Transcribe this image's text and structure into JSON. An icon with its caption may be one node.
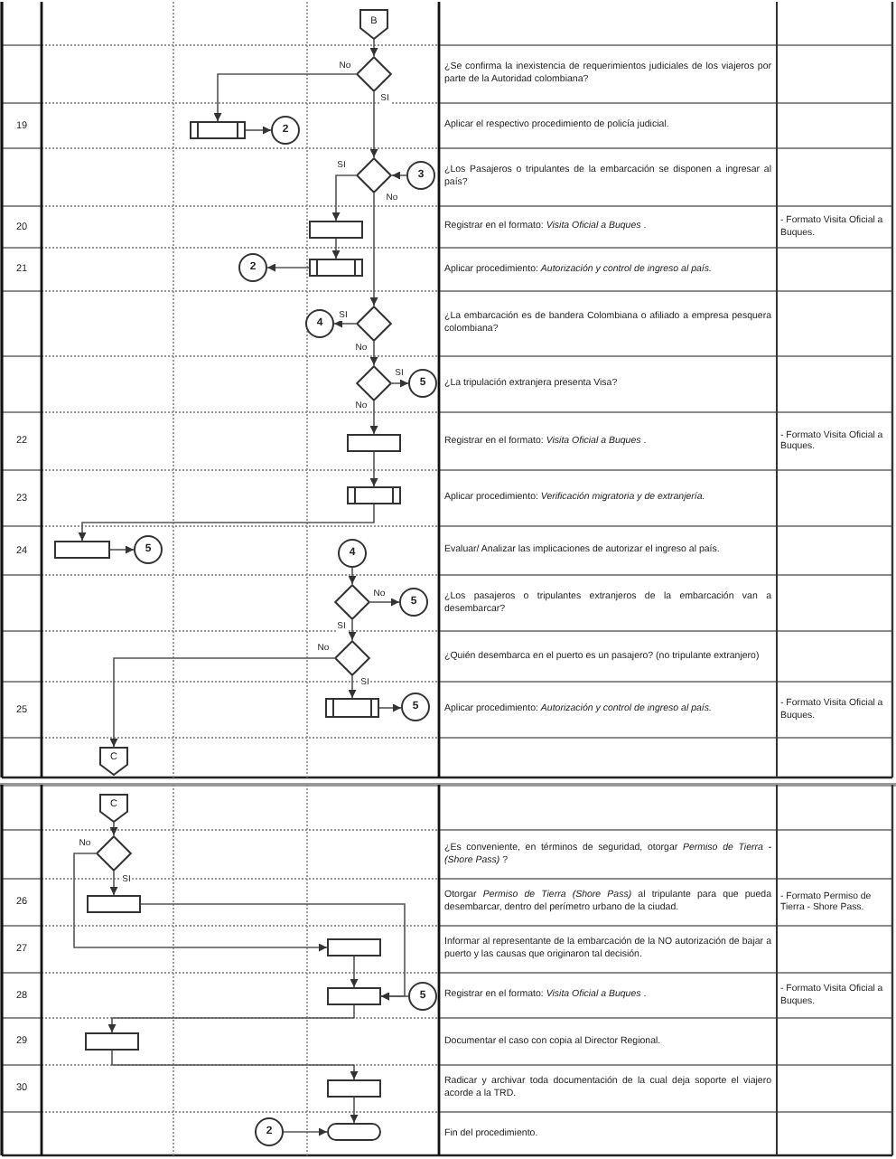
{
  "diagram": {
    "nodes": [
      {
        "text": [
          "B"
        ]
      },
      {
        "text": [],
        "shape": "diamond"
      },
      {
        "text": [],
        "shape": "box"
      },
      {
        "text": [
          "2"
        ]
      },
      {
        "text": [],
        "shape": "diamond"
      },
      {
        "text": [
          "3"
        ]
      },
      {
        "text": [],
        "shape": "box"
      },
      {
        "text": [
          "2"
        ]
      },
      {
        "text": [],
        "shape": "box"
      },
      {
        "text": [
          "4"
        ]
      },
      {
        "text": [],
        "shape": "diamond"
      },
      {
        "text": [],
        "shape": "diamond"
      },
      {
        "text": [
          "5"
        ]
      },
      {
        "text": [],
        "shape": "box"
      },
      {
        "text": [],
        "shape": "box"
      },
      {
        "text": [],
        "shape": "box"
      },
      {
        "text": [
          "5"
        ]
      },
      {
        "text": [
          "4"
        ]
      },
      {
        "text": [],
        "shape": "diamond"
      },
      {
        "text": [
          "5"
        ]
      },
      {
        "text": [],
        "shape": "diamond"
      },
      {
        "text": [],
        "shape": "box"
      },
      {
        "text": [
          "5"
        ]
      },
      {
        "text": [
          "C"
        ]
      },
      {
        "text": [
          "C"
        ]
      },
      {
        "text": [],
        "shape": "diamond"
      },
      {
        "text": [],
        "shape": "box"
      },
      {
        "text": [],
        "shape": "box"
      },
      {
        "text": [],
        "shape": "box"
      },
      {
        "text": [
          "5"
        ]
      },
      {
        "text": [],
        "shape": "box"
      },
      {
        "text": [],
        "shape": "box"
      },
      {
        "text": [
          "2"
        ]
      },
      {
        "text": [],
        "shape": "capsule"
      }
    ],
    "edges": [
      {
        "from": 0,
        "to": 1,
        "arrow": "to"
      },
      {
        "from": 1,
        "to": 2,
        "arrow": "to",
        "label": "No"
      },
      {
        "from": 2,
        "to": 3,
        "arrow": "to"
      },
      {
        "from": 1,
        "to": 4,
        "arrow": "to",
        "label": "SI"
      },
      {
        "from": 5,
        "to": 4,
        "arrow": "to"
      },
      {
        "from": 4,
        "to": 6,
        "arrow": "to",
        "label": "SI"
      },
      {
        "from": 6,
        "to": 8,
        "arrow": "to"
      },
      {
        "from": 8,
        "to": 7,
        "arrow": "to"
      },
      {
        "from": 4,
        "to": 10,
        "arrow": "to",
        "label": "No"
      },
      {
        "from": 10,
        "to": 9,
        "arrow": "to",
        "label": "SI"
      },
      {
        "from": 10,
        "to": 11,
        "arrow": "to",
        "label": "No"
      },
      {
        "from": 11,
        "to": 12,
        "arrow": "to",
        "label": "SI"
      },
      {
        "from": 11,
        "to": 13,
        "arrow": "to",
        "label": "No"
      },
      {
        "from": 13,
        "to": 14,
        "arrow": "to"
      },
      {
        "from": 14,
        "to": 15,
        "arrow": "to"
      },
      {
        "from": 15,
        "to": 16,
        "arrow": "to"
      },
      {
        "from": 17,
        "to": 18,
        "arrow": "to"
      },
      {
        "from": 18,
        "to": 19,
        "arrow": "to",
        "label": "No"
      },
      {
        "from": 18,
        "to": 20,
        "arrow": "to",
        "label": "SI"
      },
      {
        "from": 20,
        "to": 23,
        "arrow": "to",
        "label": "No"
      },
      {
        "from": 20,
        "to": 21,
        "arrow": "to",
        "label": "SI"
      },
      {
        "from": 21,
        "to": 22,
        "arrow": "to"
      },
      {
        "from": 24,
        "to": 25,
        "arrow": "to"
      },
      {
        "from": 25,
        "to": 27,
        "arrow": "to",
        "label": "No"
      },
      {
        "from": 25,
        "to": 26,
        "arrow": "to",
        "label": "SI"
      },
      {
        "from": 26,
        "to": 28,
        "arrow": "to"
      },
      {
        "from": 27,
        "to": 28,
        "arrow": "to"
      },
      {
        "from": 29,
        "to": 28,
        "arrow": "to"
      },
      {
        "from": 28,
        "to": 30,
        "arrow": "to"
      },
      {
        "from": 30,
        "to": 31,
        "arrow": "to"
      },
      {
        "from": 31,
        "to": 33,
        "arrow": "to"
      },
      {
        "from": 32,
        "to": 33,
        "arrow": "to"
      }
    ],
    "labels": [
      "¿Se confirma la inexistencia de requerimientos judiciales de los viajeros por parte de la Autoridad colombiana?",
      "19",
      "Aplicar el respectivo procedimiento de policía judicial.",
      "¿Los Pasajeros o tripulantes de la embarcación se disponen a ingresar al país?",
      "20",
      "Registrar en el formato: *Visita Oficial a Buques* .",
      "- Formato Visita Oficial a Buques.",
      "21",
      "Aplicar procedimiento: *Autorización y control de ingreso al país.*",
      "¿La embarcación es de bandera Colombiana o afiliado a empresa pesquera colombiana?",
      "¿La tripulación extranjera presenta Visa?",
      "22",
      "Registrar en el formato: *Visita Oficial a Buques* .",
      "- Formato Visita Oficial a Buques.",
      "23",
      "Aplicar procedimiento: *Verificación migratoria y de extranjería.*",
      "24",
      "Evaluar/ Analizar las implicaciones de autorizar el ingreso al país.",
      "¿Los pasajeros o tripulantes extranjeros de la embarcación van a desembarcar?",
      "¿Quién desembarca en el puerto es un pasajero? (no tripulante extranjero)",
      "25",
      "Aplicar procedimiento: *Autorización y control de ingreso al país.*",
      "- Formato Visita Oficial a Buques.",
      "¿Es conveniente, en términos de seguridad, otorgar *Permiso de Tierra - (Shore Pass)* ?",
      "26",
      "Otorgar *Permiso de Tierra (Shore Pass)* al tripulante para que pueda desembarcar, dentro del perímetro urbano de la ciudad.",
      "- Formato Permiso de Tierra - Shore Pass.",
      "27",
      "Informar al representante de la embarcación de la NO autorización de bajar a puerto y las causas que originaron tal decisión.",
      "28",
      "Registrar en el formato: *Visita Oficial a Buques* .",
      "- Formato Visita Oficial a Buques.",
      "29",
      "Documentar el caso con copia al Director Regional.",
      "30",
      "Radicar y archivar toda documentación de la cual deja soporte el viajero acorde a la TRD.",
      "Fin del procedimiento."
    ]
  }
}
